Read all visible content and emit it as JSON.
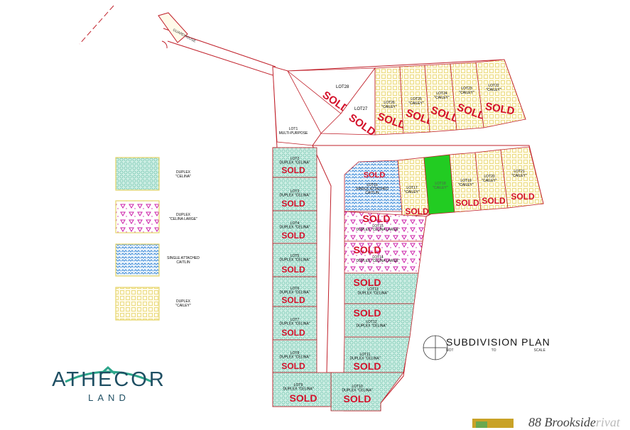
{
  "plan": {
    "title": "SUBDIVISION PLAN",
    "scale_note": [
      "NOT",
      "TO",
      "SCALE"
    ],
    "guardhouse_label": "GUARDHOUSE",
    "sold_label": "SOLD"
  },
  "legend": [
    {
      "pattern": "celina",
      "text": [
        "DUPLEX",
        "\"CELINA\""
      ]
    },
    {
      "pattern": "celinalarge",
      "text": [
        "DUPLEX",
        "\"CELINA LARGE\""
      ]
    },
    {
      "pattern": "caitlin",
      "text": [
        "SINGLE ATTACHED",
        "CAITLIN"
      ]
    },
    {
      "pattern": "cailey",
      "text": [
        "DUPLEX",
        "\"CAILEY\""
      ]
    }
  ],
  "lots": [
    {
      "id": "LOT1",
      "label": [
        "LOT1",
        "MULTI-PURPOSE"
      ],
      "type": "none",
      "sold": false
    },
    {
      "id": "LOT2",
      "label": [
        "LOT2",
        "DUPLEX \"CELINA\""
      ],
      "type": "celina",
      "sold": true
    },
    {
      "id": "LOT3",
      "label": [
        "LOT3",
        "DUPLEX \"CELINA\""
      ],
      "type": "celina",
      "sold": true
    },
    {
      "id": "LOT4",
      "label": [
        "LOT4",
        "DUPLEX \"CELINA\""
      ],
      "type": "celina",
      "sold": true
    },
    {
      "id": "LOT5",
      "label": [
        "LOT5",
        "DUPLEX \"CELINA\""
      ],
      "type": "celina",
      "sold": true
    },
    {
      "id": "LOT6",
      "label": [
        "LOT6",
        "DUPLEX \"CELINA\""
      ],
      "type": "celina",
      "sold": true
    },
    {
      "id": "LOT7",
      "label": [
        "LOT7",
        "DUPLEX \"CELINA\""
      ],
      "type": "celina",
      "sold": true
    },
    {
      "id": "LOT8",
      "label": [
        "LOT8",
        "DUPLEX \"CELINA\""
      ],
      "type": "celina",
      "sold": true
    },
    {
      "id": "LOT9",
      "label": [
        "LOT9",
        "DUPLEX \"CELINA\""
      ],
      "type": "celina",
      "sold": true
    },
    {
      "id": "LOT10",
      "label": [
        "LOT10",
        "DUPLEX \"CELINA\""
      ],
      "type": "celina",
      "sold": true
    },
    {
      "id": "LOT11",
      "label": [
        "LOT11",
        "DUPLEX \"CELINA\""
      ],
      "type": "celina",
      "sold": true
    },
    {
      "id": "LOT12",
      "label": [
        "LOT12",
        "DUPLEX \"CELINA\""
      ],
      "type": "celina",
      "sold": true
    },
    {
      "id": "LOT13",
      "label": [
        "LOT13",
        "DUPLEX \"CELINA\""
      ],
      "type": "celina",
      "sold": true
    },
    {
      "id": "LOT14",
      "label": [
        "LOT14",
        "DUPLEX \"CELINA LARGE\""
      ],
      "type": "celinalarge",
      "sold": true
    },
    {
      "id": "LOT15",
      "label": [
        "LOT15",
        "DUPLEX \"CELINA LARGE\""
      ],
      "type": "celinalarge",
      "sold": true
    },
    {
      "id": "LOT16",
      "label": [
        "LOT16",
        "SINGLE ATTACHED",
        "CAITLIN"
      ],
      "type": "caitlin",
      "sold": true
    },
    {
      "id": "LOT17",
      "label": [
        "LOT17",
        "\"CAILEY\""
      ],
      "type": "cailey",
      "sold": true
    },
    {
      "id": "LOT18",
      "label": [
        "LOT18",
        "\"CAILEY\""
      ],
      "type": "highlight",
      "sold": false
    },
    {
      "id": "LOT19",
      "label": [
        "LOT19",
        "\"CAILEY\""
      ],
      "type": "cailey",
      "sold": true
    },
    {
      "id": "LOT20",
      "label": [
        "LOT20",
        "\"CAILEY\""
      ],
      "type": "cailey",
      "sold": true
    },
    {
      "id": "LOT21",
      "label": [
        "LOT21",
        "\"CAILEY\""
      ],
      "type": "cailey",
      "sold": true
    },
    {
      "id": "LOT22",
      "label": [
        "LOT22",
        "\"CAILEY\""
      ],
      "type": "cailey",
      "sold": true
    },
    {
      "id": "LOT23",
      "label": [
        "LOT23",
        "\"CAILEY\""
      ],
      "type": "cailey",
      "sold": true
    },
    {
      "id": "LOT24",
      "label": [
        "LOT24",
        "\"CAILEY\""
      ],
      "type": "cailey",
      "sold": true
    },
    {
      "id": "LOT25",
      "label": [
        "LOT25",
        "\"CAILEY\""
      ],
      "type": "cailey",
      "sold": true
    },
    {
      "id": "LOT26",
      "label": [
        "LOT26",
        "\"CAILEY\""
      ],
      "type": "cailey",
      "sold": true
    },
    {
      "id": "LOT27",
      "label": [
        "LOT27"
      ],
      "type": "none",
      "sold": true
    },
    {
      "id": "LOT28",
      "label": [
        "LOT28"
      ],
      "type": "none",
      "sold": true
    }
  ],
  "logo": {
    "name": "ATHECOR",
    "sub": "LAND"
  },
  "brand_tail": {
    "text": "88 Brookside",
    "fade": "rivat"
  },
  "colors": {
    "boundary": "#c0202a",
    "sold": "#d4102a",
    "celina": "#bfe8dc",
    "celinalarge_triangle": "#cc22aa",
    "caitlin": "#2a7fd4",
    "cailey": "#f0e48a",
    "highlight": "#22cc22",
    "logo": "#1f4f63"
  }
}
